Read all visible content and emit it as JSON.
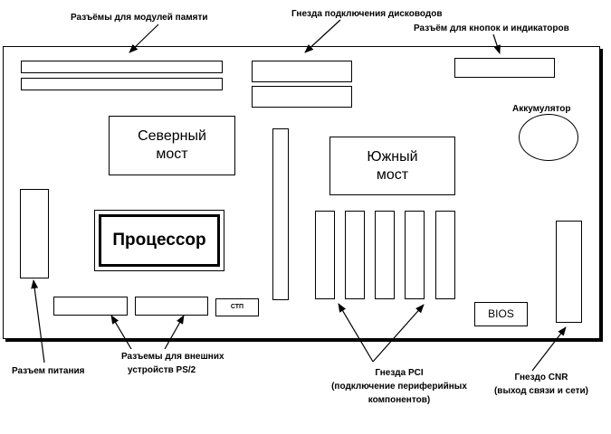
{
  "labels": {
    "memory_slots": "Разъёмы для модулей памяти",
    "drive_sockets": "Гнезда подключения  дисководов",
    "panel_connector": "Разъём для кнопок и индикаторов",
    "battery": "Аккумулятор",
    "north_bridge_line1": "Северный",
    "north_bridge_line2": "мост",
    "south_bridge_line1": "Южный",
    "south_bridge_line2": "мост",
    "processor": "Процессор",
    "small_connector": "СТП",
    "bios": "BIOS",
    "power_connector": "Разъем питания",
    "ps2_line1": "Разъемы для внешних",
    "ps2_line2": "устройств PS/2",
    "pci_line1": "Гнезда PCI",
    "pci_line2": "(подключение  периферийных",
    "pci_line3": "компонентов)",
    "cnr_line1": "Гнездо CNR",
    "cnr_line2": "(выход связи и сети)"
  }
}
